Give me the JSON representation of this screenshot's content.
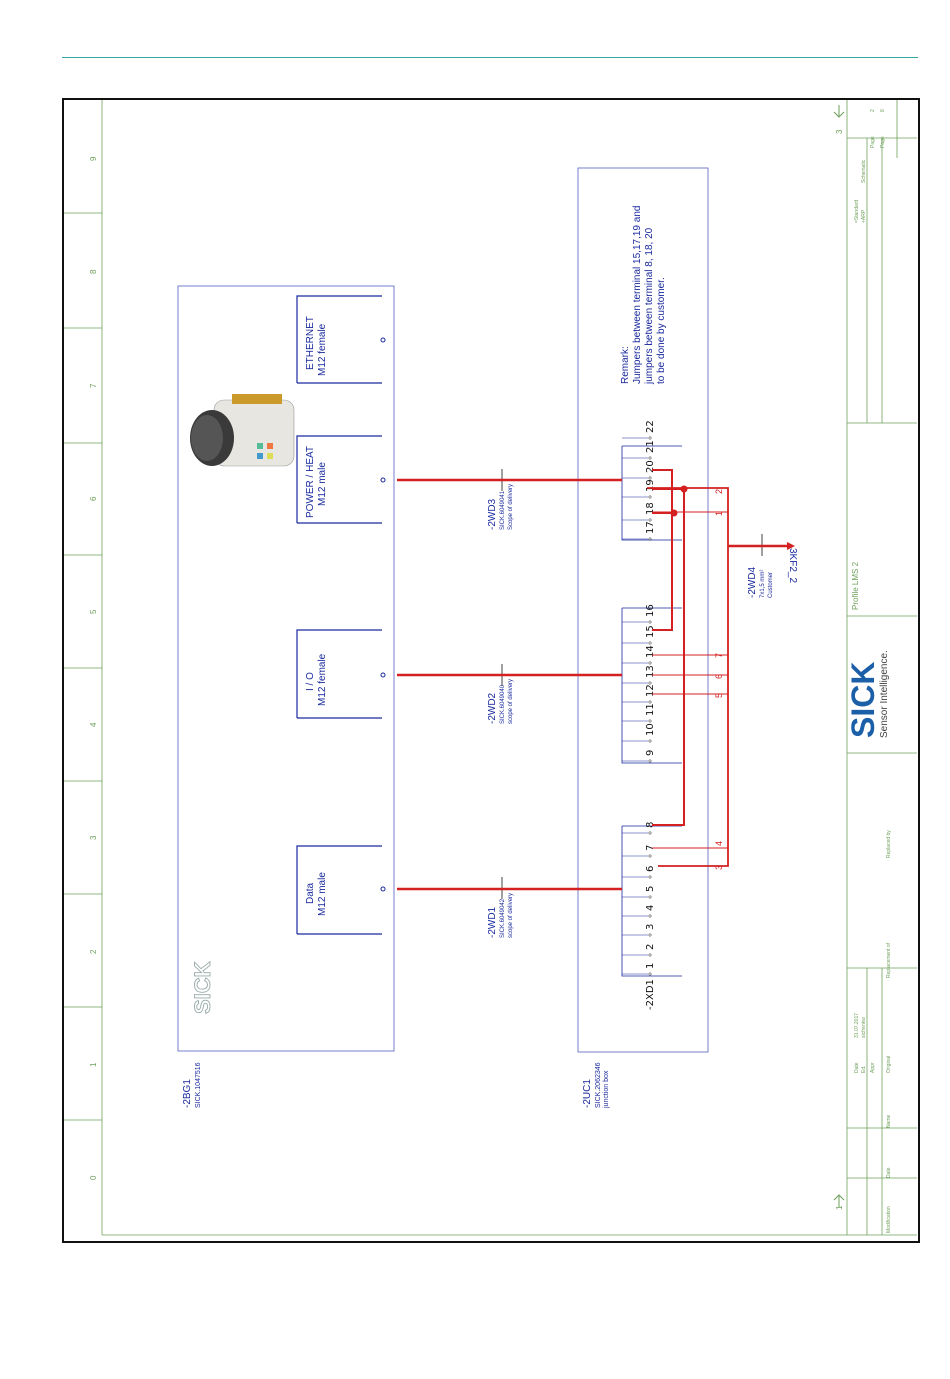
{
  "frame": {
    "zone_numbers": [
      "0",
      "1",
      "2",
      "3",
      "4",
      "5",
      "6",
      "7",
      "8",
      "9"
    ],
    "nav_prev": "1",
    "nav_next": "3"
  },
  "device": {
    "tag": "-2BG1",
    "part": "SICK.1047516",
    "logo": "SICK",
    "connectors": [
      {
        "name": "Data",
        "type": "M12 male"
      },
      {
        "name": "I / O",
        "type": "M12 female"
      },
      {
        "name": "POWER / HEAT",
        "type": "M12 male"
      },
      {
        "name": "ETHERNET",
        "type": "M12 female"
      }
    ]
  },
  "cables": [
    {
      "tag": "-2WD1",
      "part": "SICK.6049042",
      "note": "scope of delivery"
    },
    {
      "tag": "-2WD2",
      "part": "SICK.6049040",
      "note": "scope of delivery"
    },
    {
      "tag": "-2WD3",
      "part": "SICK.6049041",
      "note": "Scope of delivery"
    },
    {
      "tag": "-2WD4",
      "part": "7x1,5 mm²",
      "note": "Customer"
    }
  ],
  "junction_box": {
    "tag": "-2UC1",
    "part": "SICK.2062346",
    "desc": "junction box",
    "terminal_block": "-2XD1",
    "terminals": [
      "1",
      "2",
      "3",
      "4",
      "5",
      "6",
      "7",
      "8",
      "9",
      "10",
      "11",
      "12",
      "13",
      "14",
      "15",
      "16",
      "17",
      "18",
      "19",
      "20",
      "21",
      "22"
    ],
    "remark_lines": [
      "Remark:",
      "Jumpers between terminal 15,17,19 and",
      "jumpers between terminal 8, 18, 20",
      "to be done by customer."
    ]
  },
  "wire_numbers": [
    "3",
    "4",
    "5",
    "6",
    "7",
    "1",
    "2"
  ],
  "cross_reference": "3KF2_2",
  "title_block": {
    "brand": "SICK",
    "tagline": "Sensor Intelligence.",
    "project": "Profile LMS 2",
    "date_label": "Date",
    "date_value": "31.07.2017",
    "ed_label": "Ed.",
    "ed_value": "sicfrenkw",
    "appr_label": "Appr",
    "original_label": "Original",
    "modification_label": "Modification",
    "date2_label": "Date",
    "name_label": "Name",
    "replacement_label": "Replacement of",
    "replaced_label": "Replaced by",
    "schematic_label": "Schematic",
    "std_label": "=Standard",
    "loc_label": "+ARP",
    "page_label": "Page",
    "page_value": "2",
    "pages_label": "Page",
    "pages_value": "8"
  }
}
